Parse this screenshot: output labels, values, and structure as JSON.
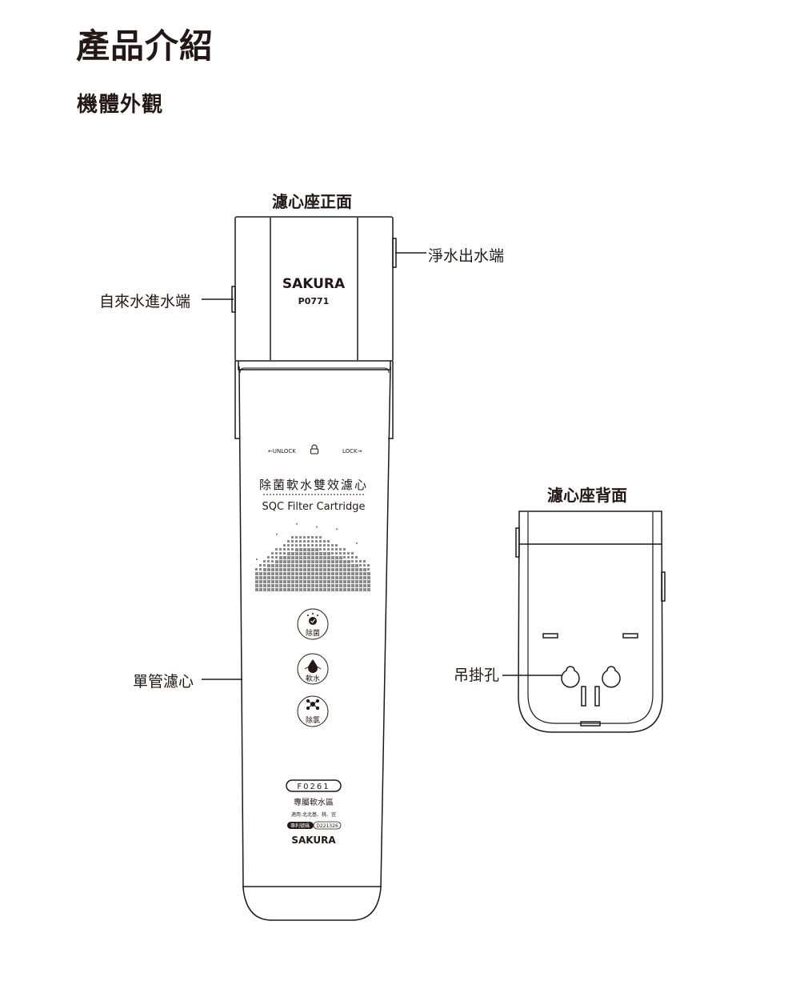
{
  "page": {
    "title": "產品介紹",
    "subtitle": "機體外觀"
  },
  "front_view": {
    "title": "濾心座正面",
    "head_brand": "SAKURA",
    "head_model": "P0771",
    "callouts": {
      "inlet": "自來水進水端",
      "outlet": "淨水出水端",
      "cartridge": "單管濾心"
    }
  },
  "cartridge": {
    "unlock": "←UNLOCK",
    "lock": "LOCK→",
    "name_cn": "除菌軟水雙效濾心",
    "name_en": "SQC Filter Cartridge",
    "features": [
      {
        "icon": "sterilize-icon",
        "label": "除菌"
      },
      {
        "icon": "water-drop-icon",
        "label": "軟水"
      },
      {
        "icon": "molecule-icon",
        "label": "除氯"
      }
    ],
    "model": "F0261",
    "zone": "專屬軟水區",
    "region": "適用:北北基、桃、宜",
    "patent_label": "專利號碼",
    "patent_no": "D221326",
    "brand": "SAKURA"
  },
  "back_view": {
    "title": "濾心座背面",
    "callouts": {
      "hanging_holes": "吊掛孔"
    }
  },
  "colors": {
    "ink": "#231815",
    "stroke": "#1a1a1a",
    "pixel_gray": "#8a8a8a"
  }
}
